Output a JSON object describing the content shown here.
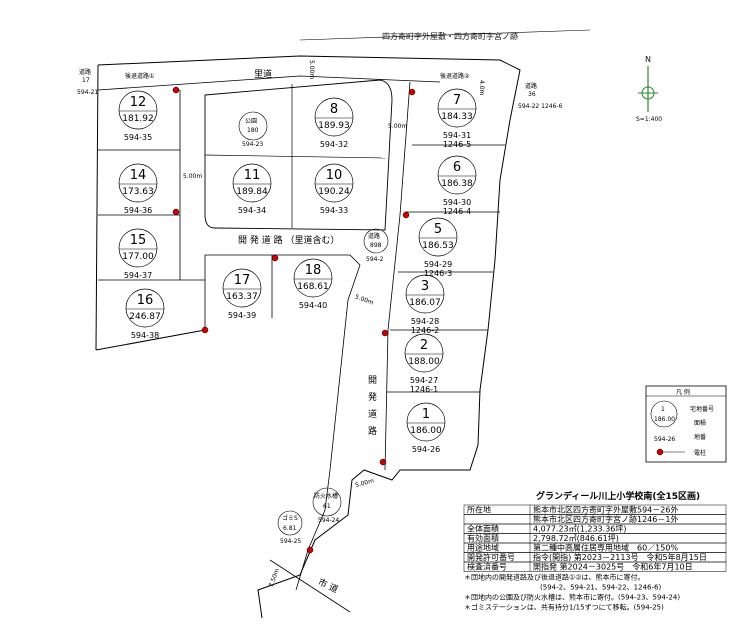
{
  "top_road_label": "四方寄町字外屋敷・四方寄町字宮ノ跡",
  "roads": {
    "satomichi": "里道",
    "width_top": "5.00m",
    "kotai_2": "後退道路②",
    "kotai_1": "後退道路①",
    "w_4_0": "4.0m",
    "w_5_00_a": "5.00m",
    "w_5_00_b": "5.00m",
    "w_5_00_c": "5.00m",
    "w_5_00_d": "5.00m",
    "w_7_50": "7.50m",
    "kaihatsu_h": "開 発 道 路 （里道含む）",
    "kaihatsu_v": [
      "開",
      "発",
      "道",
      "路"
    ],
    "shido": "市 道"
  },
  "side_lots": [
    {
      "title": "道路",
      "area": "17",
      "chiban": "594-21"
    },
    {
      "title": "道路",
      "area": "36",
      "chiban": "594-22\n1246-6"
    },
    {
      "title": "道路",
      "area": "898",
      "chiban": "594-2"
    },
    {
      "title": "公園",
      "area": "180",
      "chiban": "594-23"
    },
    {
      "title": "防火水槽",
      "area": "61",
      "chiban": "594-24"
    },
    {
      "title": "ゴミS",
      "area": "6.81",
      "chiban": "594-25"
    }
  ],
  "lots": [
    {
      "num": "12",
      "area": "181.92",
      "chiban": "594-35"
    },
    {
      "num": "14",
      "area": "173.63",
      "chiban": "594-36"
    },
    {
      "num": "15",
      "area": "177.00",
      "chiban": "594-37"
    },
    {
      "num": "16",
      "area": "246.87",
      "chiban": "594-38"
    },
    {
      "num": "8",
      "area": "189.93",
      "chiban": "594-32"
    },
    {
      "num": "11",
      "area": "189.84",
      "chiban": "594-34"
    },
    {
      "num": "10",
      "area": "190.24",
      "chiban": "594-33"
    },
    {
      "num": "17",
      "area": "163.37",
      "chiban": "594-39"
    },
    {
      "num": "18",
      "area": "168.61",
      "chiban": "594-40"
    },
    {
      "num": "7",
      "area": "184.33",
      "chiban": "594-31",
      "chiban2": "1246-5"
    },
    {
      "num": "6",
      "area": "186.38",
      "chiban": "594-30",
      "chiban2": "1246-4"
    },
    {
      "num": "5",
      "area": "186.53",
      "chiban": "594-29",
      "chiban2": "1246-3"
    },
    {
      "num": "3",
      "area": "186.07",
      "chiban": "594-28",
      "chiban2": "1246-2"
    },
    {
      "num": "2",
      "area": "188.00",
      "chiban": "594-27",
      "chiban2": "1246-1"
    },
    {
      "num": "1",
      "area": "186.00",
      "chiban": "594-26"
    }
  ],
  "compass": {
    "n": "N",
    "scale": "S=1:400"
  },
  "legend": {
    "title": "凡 例",
    "num": "1",
    "area": "186.00",
    "chiban": "594-26",
    "l1": "宅地番号",
    "l2": "面積",
    "l3": "地番",
    "l4": "電柱"
  },
  "info": {
    "title": "グランディール川上小学校南(全15区画)",
    "rows": [
      {
        "k": "所在地",
        "v": "熊本市北区四方寄町字外屋敷594－26外"
      },
      {
        "k": "",
        "v": "熊本市北区四方寄町字宮ノ跡1246－1外"
      },
      {
        "k": "全体面積",
        "v": "4,077.23㎡(1,233.36坪)"
      },
      {
        "k": "有効面積",
        "v": "2,798.72㎡(846.61坪)"
      },
      {
        "k": "用途地域",
        "v": "第二種中高層住居専用地域　60／150%"
      },
      {
        "k": "開発許可番号",
        "v": "指令(開指) 第2023－2113号　令和5年8月15日"
      },
      {
        "k": "検査済番号",
        "v": "開指発 第2024－3025号　令和6年7月10日"
      }
    ],
    "notes": [
      "＊団地内の開発道路及び後退道路①②は、熊本市に寄付。",
      "(594-2、594-21、594-22、1246-6)",
      "＊団地内の公園及び防火水槽は、熊本市に寄付。(594-23、594-24)",
      "＊ゴミステーションは、共有持分1/15ずつにて移転。(594-25)"
    ]
  }
}
